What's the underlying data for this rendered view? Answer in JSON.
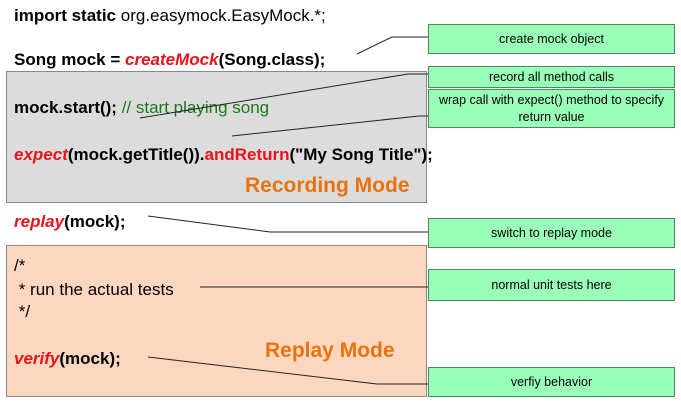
{
  "code": {
    "import": {
      "keyword": "import static",
      "rest": " org.easymock.EasyMock.*;"
    },
    "song_mock": {
      "prefix": "Song mock = ",
      "call": "createMock",
      "suffix": "(Song.class);"
    },
    "mock_start": {
      "code": "mock.start();",
      "comment": " // start playing song"
    },
    "expect": {
      "call": "expect",
      "middle": "(mock.getTitle()).",
      "and_return": "andReturn",
      "suffix": "(\"My Song Title\");"
    },
    "replay": {
      "call": "replay",
      "suffix": "(mock);"
    },
    "comment_open": "/*",
    "comment_body": " * run the actual tests",
    "comment_close": " */",
    "verify": {
      "call": "verify",
      "suffix": "(mock);"
    }
  },
  "regions": {
    "recording_label": "Recording Mode",
    "replay_label": "Replay Mode"
  },
  "notes": {
    "create_mock": "create mock object",
    "record_calls": "record all method calls",
    "wrap_expect": "wrap call with expect() method to specify return value",
    "switch_replay": "switch to replay mode",
    "unit_tests": "normal unit tests here",
    "verify_behavior": "verfiy behavior"
  },
  "colors": {
    "keyword_red": "#e8141b",
    "comment_green": "#1a7a1a",
    "mode_orange": "#e8720c",
    "recording_bg": "#dcdcdc",
    "replay_bg": "#fcd7bf",
    "note_bg": "#99ffb8"
  }
}
